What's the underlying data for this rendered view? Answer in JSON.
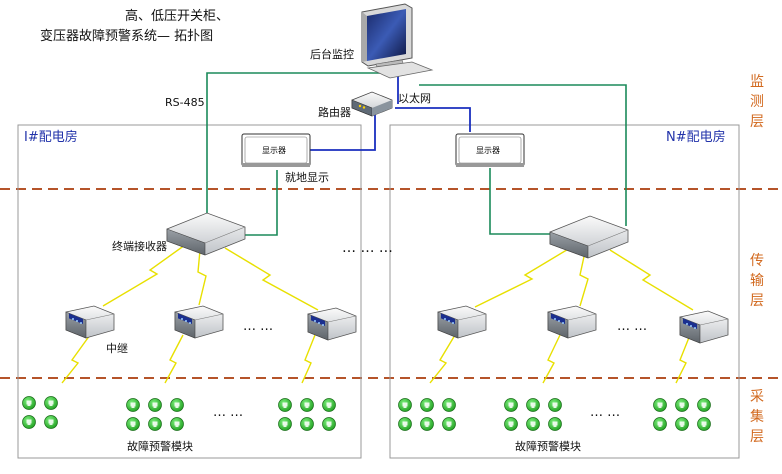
{
  "title": {
    "line1": "高、低压开关柜、",
    "line2": "变压器故障预警系统— 拓扑图"
  },
  "labels": {
    "backend": "后台监控",
    "router": "路由器",
    "rs485": "RS-485",
    "ethernet": "以太网",
    "room_left": "I#配电房",
    "room_right": "N#配电房",
    "display": "显示器",
    "local_display": "就地显示",
    "receiver": "终端接收器",
    "relay": "中继",
    "modules": "故障预警模块",
    "dots": "…  …",
    "dots_middle": "…  …  …"
  },
  "layers": [
    {
      "name": "监测层"
    },
    {
      "name": "传输层"
    },
    {
      "name": "采集层"
    }
  ],
  "colors": {
    "green_line": "#1b8a5a",
    "blue_line": "#1a2fbf",
    "layer_divider": "#b5542a",
    "layer_text": "#d2691e",
    "room_text": "#2233aa",
    "lightning": "#e8e000",
    "module_fill": "#37c837"
  },
  "icons": {
    "monitor": "computer-monitor-icon",
    "router": "router-icon",
    "receiver": "receiver-device-icon",
    "relay": "relay-device-icon",
    "module": "fault-module-icon"
  }
}
